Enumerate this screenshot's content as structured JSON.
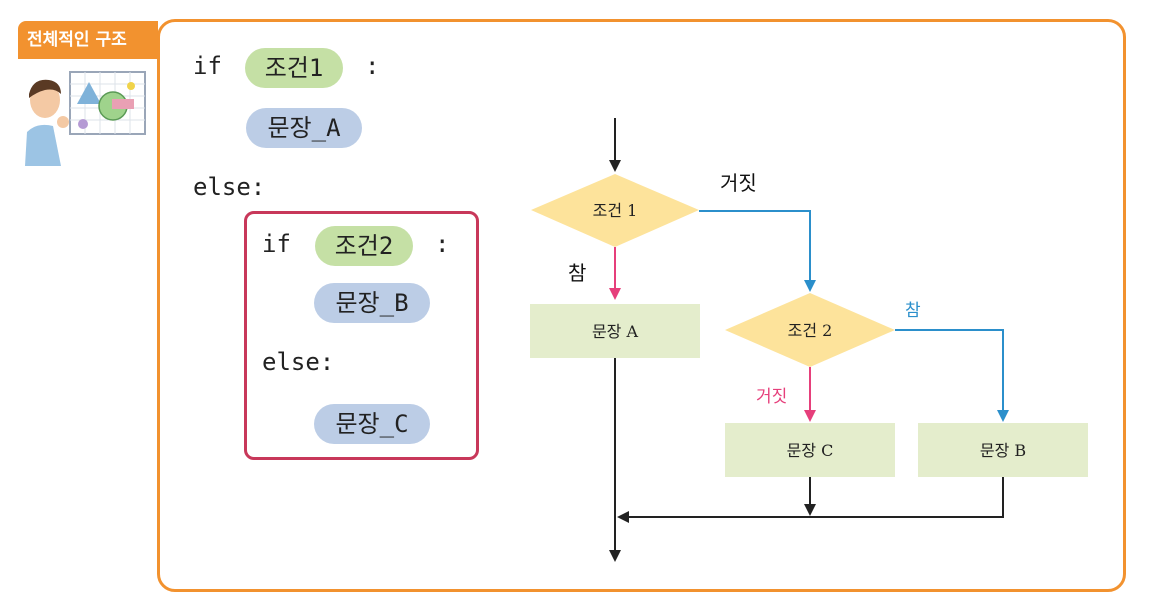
{
  "section_tab": "전체적인 구조",
  "code": {
    "if1": "if",
    "cond1": "조건1",
    "colon1": ":",
    "stmtA": "문장_A",
    "else1": "else:",
    "if2": "if",
    "cond2": "조건2",
    "colon2": ":",
    "stmtB": "문장_B",
    "else2": "else:",
    "stmtC": "문장_C"
  },
  "flowchart": {
    "cond1": "조건 1",
    "cond2": "조건 2",
    "stmtA": "문장 A",
    "stmtB": "문장 B",
    "stmtC": "문장 C",
    "false1": "거짓",
    "true1": "참",
    "true2": "참",
    "false2": "거짓"
  },
  "colors": {
    "orange": "#f2922f",
    "diamond": "#fde39b",
    "box": "#e4edcc",
    "true_pink": "#e63f7b",
    "false_blue": "#2b8fcb",
    "inner_border": "#c8385a",
    "pill_green": "#c5e0a5",
    "pill_blue": "#bccde6"
  }
}
